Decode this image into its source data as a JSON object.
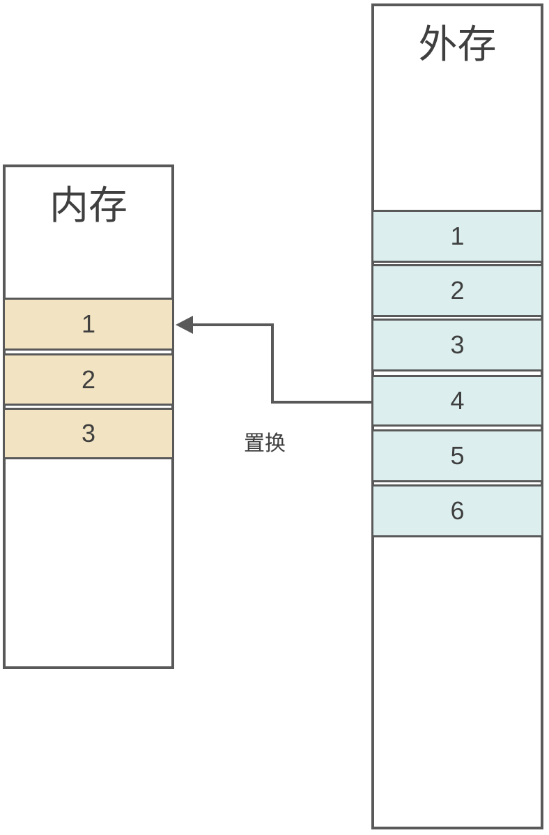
{
  "memory": {
    "title": "内存",
    "blocks": [
      {
        "label": "1"
      },
      {
        "label": "2"
      },
      {
        "label": "3"
      }
    ]
  },
  "external": {
    "title": "外存",
    "blocks": [
      {
        "label": "1"
      },
      {
        "label": "2"
      },
      {
        "label": "3"
      },
      {
        "label": "4"
      },
      {
        "label": "5"
      },
      {
        "label": "6"
      }
    ]
  },
  "arrow": {
    "label": "置换",
    "from": "external-block-4",
    "to": "memory-block-1"
  },
  "colors": {
    "line": "#595959",
    "border": "#595959",
    "memory_block_fill": "#f2e3c2",
    "external_block_fill": "#dcefee",
    "text": "#3f3f3f",
    "background": "#ffffff"
  }
}
